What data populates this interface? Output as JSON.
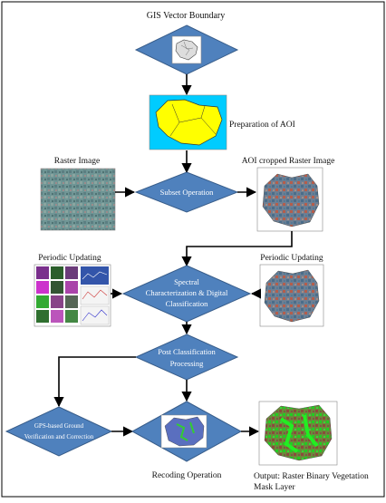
{
  "labels": {
    "gis_boundary": "GIS Vector Boundary",
    "prep_aoi": "Preparation of AOI",
    "raster_image": "Raster Image",
    "aoi_cropped": "AOI cropped Raster Image",
    "subset_op": "Subset Operation",
    "periodic_left": "Periodic Updating",
    "periodic_right": "Periodic Updating",
    "spectral_1": "Spectral",
    "spectral_2": "Characterization & Digital",
    "spectral_3": "Classification",
    "post_1": "Post Classification",
    "post_2": "Processing",
    "gps_1": "GPS-based Ground",
    "gps_2": "Verification and Correction",
    "recoding": "Recoding Operation",
    "output_1": "Output: Raster Binary Vegetation",
    "output_2": "Mask Layer"
  },
  "colors": {
    "diamond_fill": "#4f81bd",
    "diamond_stroke": "#385d8a",
    "aoi_yellow": "#ffff00",
    "aoi_cyan": "#00ccff",
    "arrow": "#000000"
  },
  "icons": {
    "boundary_map": "grey-vector-map-thumbnail",
    "aoi_map": "yellow-district-map",
    "raster": "satellite-raster-thumbnail",
    "cropped": "cropped-raster-thumbnail",
    "periodic_panel": "multi-panel-spectral-plots",
    "vegetation": "green-vegetation-mask"
  }
}
